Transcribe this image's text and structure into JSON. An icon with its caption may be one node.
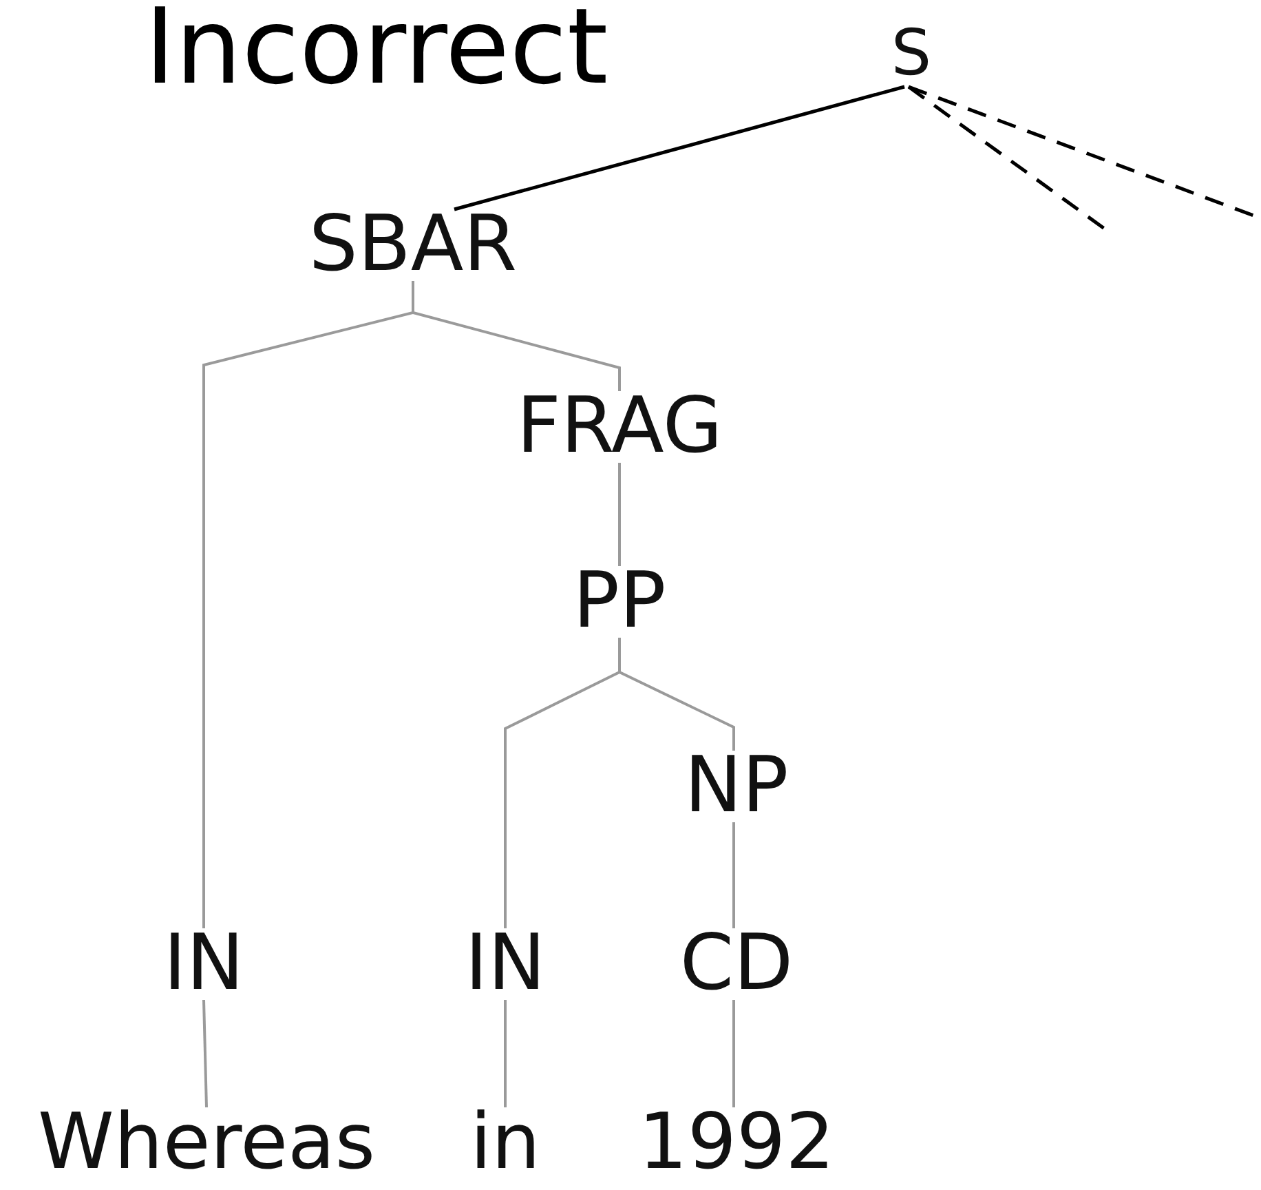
{
  "diagram": {
    "title": "Incorrect",
    "nodes": [
      {
        "text": [
          "S"
        ]
      },
      {
        "text": [
          "SBAR"
        ]
      },
      {
        "text": [
          "FRAG"
        ]
      },
      {
        "text": [
          "PP"
        ]
      },
      {
        "text": [
          "NP"
        ]
      },
      {
        "text": [
          "IN"
        ]
      },
      {
        "text": [
          "IN"
        ]
      },
      {
        "text": [
          "CD"
        ]
      },
      {
        "text": [
          "Whereas"
        ]
      },
      {
        "text": [
          "in"
        ]
      },
      {
        "text": [
          "1992"
        ]
      }
    ],
    "edges": [
      {
        "from": 0,
        "to": 1,
        "arrow": "none",
        "color": "#000000"
      },
      {
        "from": 0,
        "to": null,
        "arrow": "none",
        "style": "dashed",
        "color": "#000000"
      },
      {
        "from": 0,
        "to": null,
        "arrow": "none",
        "style": "dashed",
        "color": "#000000"
      },
      {
        "from": 1,
        "to": 5,
        "arrow": "none"
      },
      {
        "from": 1,
        "to": 2,
        "arrow": "none"
      },
      {
        "from": 2,
        "to": 3,
        "arrow": "none"
      },
      {
        "from": 3,
        "to": 6,
        "arrow": "none"
      },
      {
        "from": 3,
        "to": 4,
        "arrow": "none"
      },
      {
        "from": 4,
        "to": 7,
        "arrow": "none"
      },
      {
        "from": 5,
        "to": 8,
        "arrow": "none"
      },
      {
        "from": 6,
        "to": 9,
        "arrow": "none"
      },
      {
        "from": 7,
        "to": 10,
        "arrow": "none"
      }
    ]
  }
}
